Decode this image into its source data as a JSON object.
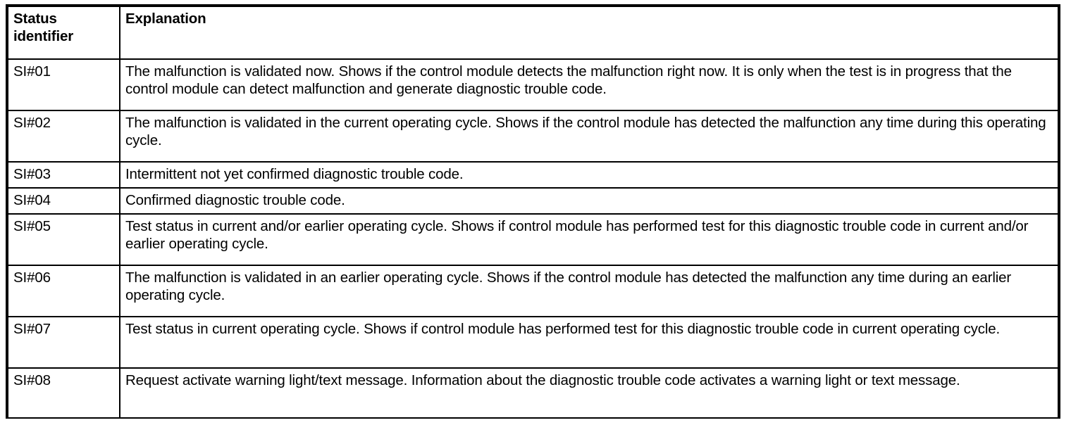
{
  "table": {
    "headers": {
      "status_identifier_line1": "Status",
      "status_identifier_line2": "identifier",
      "explanation": "Explanation"
    },
    "rows": [
      {
        "id": "SI#01",
        "explanation": "The malfunction is validated now. Shows if the control module detects the malfunction right now. It is only when the test is in progress that the control module can detect malfunction and generate diagnostic trouble code."
      },
      {
        "id": "SI#02",
        "explanation": "The malfunction is validated in the current operating cycle. Shows if the control module has detected the malfunction any time during this operating cycle."
      },
      {
        "id": "SI#03",
        "explanation": "Intermittent not yet confirmed diagnostic trouble code."
      },
      {
        "id": "SI#04",
        "explanation": "Confirmed diagnostic trouble code."
      },
      {
        "id": "SI#05",
        "explanation": "Test status in current and/or earlier operating cycle. Shows if control module has performed test for this diagnostic trouble code in current and/or earlier operating cycle."
      },
      {
        "id": "SI#06",
        "explanation": "The malfunction is validated in an earlier operating cycle. Shows if the control module has detected the malfunction any time during an earlier operating cycle."
      },
      {
        "id": "SI#07",
        "explanation": "Test status in current operating cycle. Shows if control module has performed test for this diagnostic trouble code in current operating cycle."
      },
      {
        "id": "SI#08",
        "explanation": "Request activate warning light/text message. Information about the diagnostic trouble code activates a warning light or text message."
      }
    ]
  },
  "colors": {
    "border": "#000000",
    "text": "#000000",
    "background": "#ffffff"
  }
}
